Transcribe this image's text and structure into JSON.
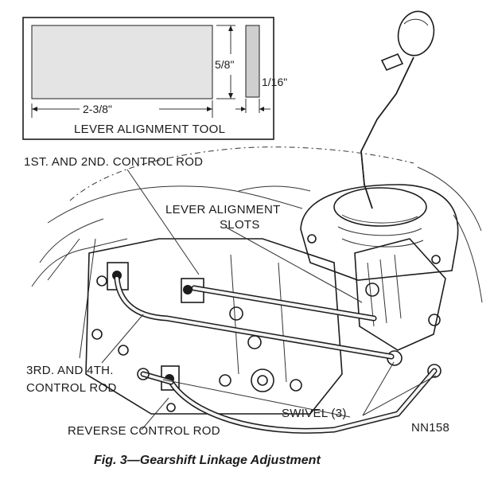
{
  "tool_inset": {
    "title": "LEVER ALIGNMENT TOOL",
    "dim_length": "2-3/8\"",
    "dim_width": "5/8\"",
    "dim_thickness": "1/16\""
  },
  "callouts": {
    "rod_1_2": "1ST. AND 2ND. CONTROL ROD",
    "slots_line1": "LEVER ALIGNMENT",
    "slots_line2": "SLOTS",
    "rod_3_4_line1": "3RD. AND 4TH.",
    "rod_3_4_line2": "CONTROL ROD",
    "swivel": "SWIVEL (3)",
    "reverse_rod": "REVERSE CONTROL ROD",
    "figure_code": "NN158"
  },
  "caption": "Fig. 3—Gearshift Linkage Adjustment",
  "colors": {
    "ink": "#1c1c1c",
    "tool_fill": "#e4e4e4",
    "paper": "#ffffff"
  }
}
